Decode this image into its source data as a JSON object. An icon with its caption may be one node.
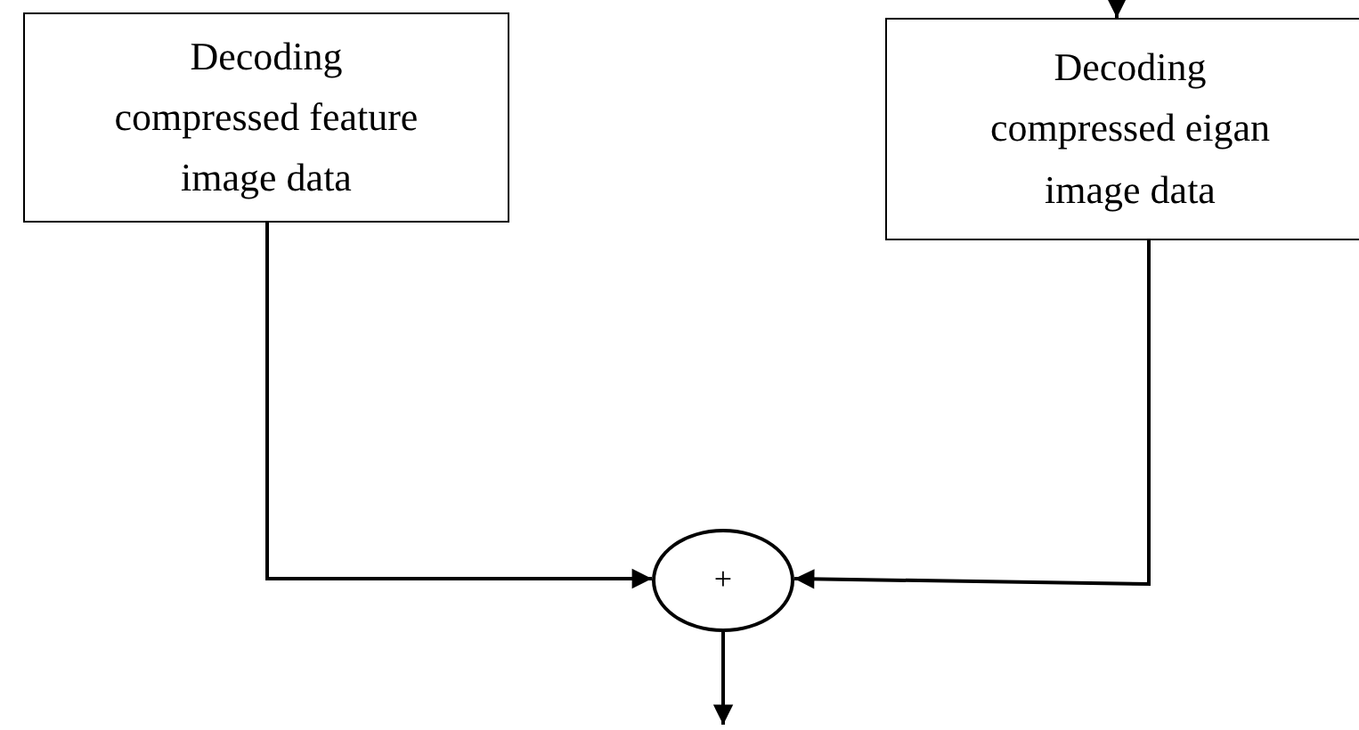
{
  "diagram": {
    "nodes": [
      {
        "text": [
          "Decoding compressed feature image data"
        ]
      },
      {
        "text": [
          "Decoding compressed eigan image data"
        ]
      },
      {
        "text": [
          "+"
        ]
      }
    ],
    "edges": [
      {
        "from": null,
        "to": 1,
        "arrow": "to"
      },
      {
        "from": 0,
        "to": 2,
        "arrow": "to"
      },
      {
        "from": 1,
        "to": 2,
        "arrow": "to"
      },
      {
        "from": 2,
        "to": null,
        "arrow": "to"
      }
    ]
  }
}
